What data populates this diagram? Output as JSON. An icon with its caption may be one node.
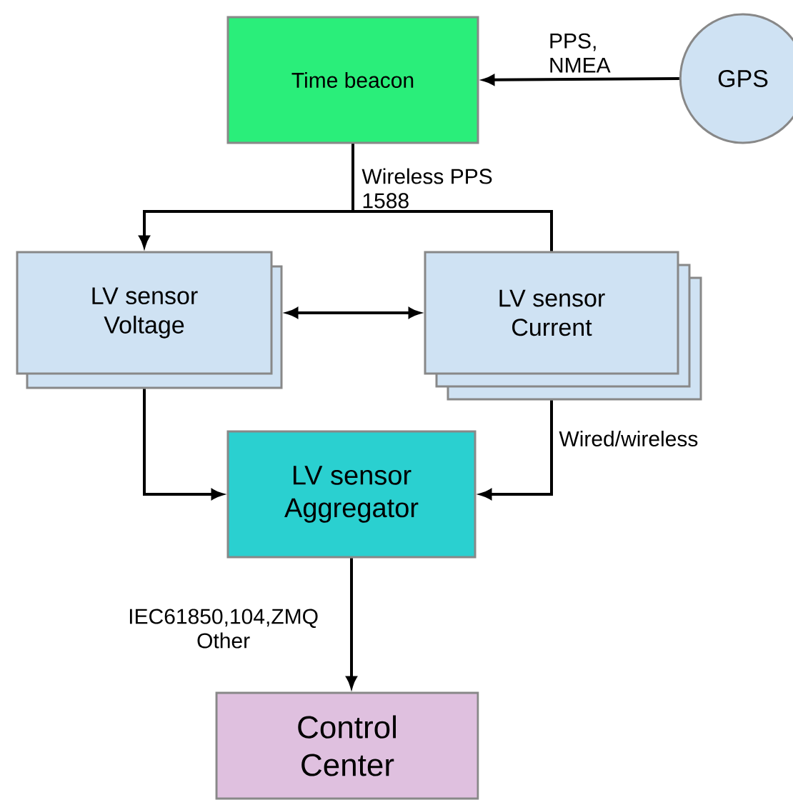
{
  "diagram": {
    "nodes": [
      {
        "text": [
          "Time beacon"
        ]
      },
      {
        "text": [
          "GPS"
        ]
      },
      {
        "text": [
          "LV sensor Voltage"
        ]
      },
      {
        "text": [
          "LV sensor Current"
        ]
      },
      {
        "text": [
          "LV sensor Aggregator"
        ]
      },
      {
        "text": [
          "Control Center"
        ]
      }
    ],
    "edges": [
      {
        "from": 1,
        "to": 0,
        "arrow": "to",
        "label": "PPS, NMEA"
      },
      {
        "from": 0,
        "to": 2,
        "arrow": "to",
        "label": "Wireless PPS 1588"
      },
      {
        "from": 0,
        "to": 3,
        "arrow": "none"
      },
      {
        "from": 2,
        "to": 3,
        "arrow": "both"
      },
      {
        "from": 2,
        "to": 4,
        "arrow": "to"
      },
      {
        "from": 3,
        "to": 4,
        "arrow": "to",
        "label": "Wired/wireless"
      },
      {
        "from": 4,
        "to": 5,
        "arrow": "to",
        "label": "IEC61850,104,ZMQ Other"
      }
    ]
  }
}
